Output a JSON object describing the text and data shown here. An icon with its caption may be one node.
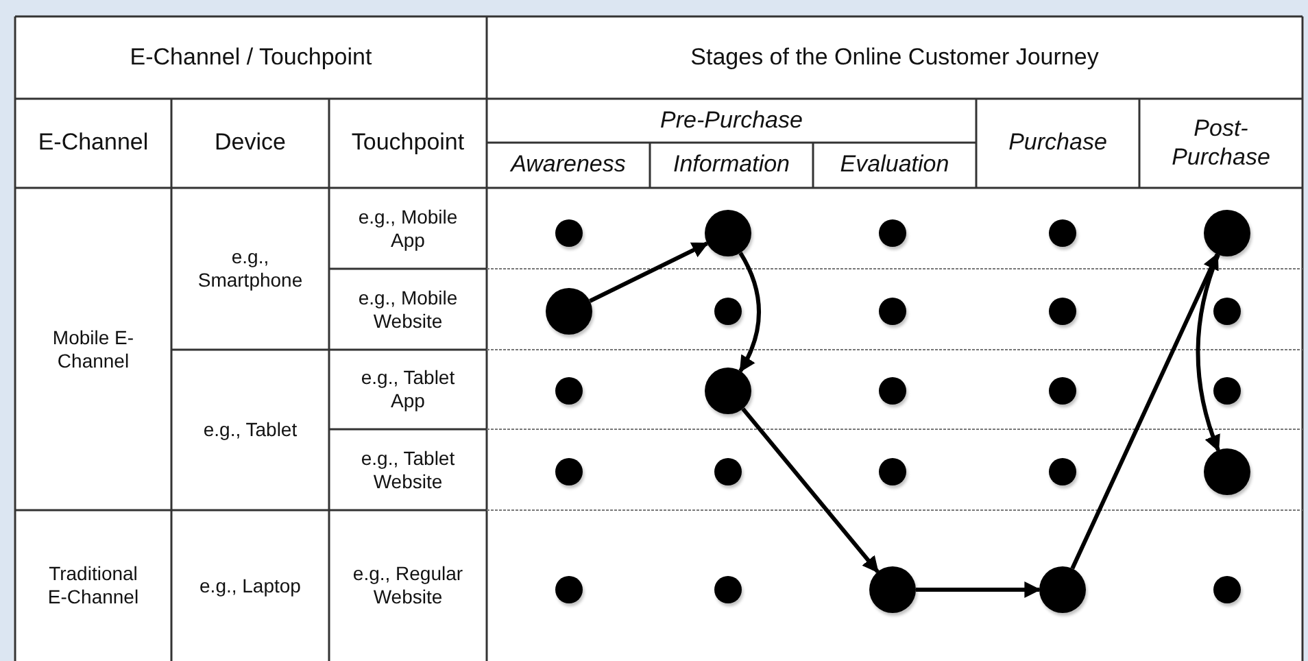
{
  "diagram": {
    "nodes": [
      {
        "text": [],
        "shape": "circle"
      },
      {
        "text": [],
        "shape": "circle"
      },
      {
        "text": [],
        "shape": "circle"
      },
      {
        "text": [],
        "shape": "circle"
      },
      {
        "text": [],
        "shape": "circle"
      },
      {
        "text": [],
        "shape": "circle"
      },
      {
        "text": [],
        "shape": "circle"
      },
      {
        "text": [],
        "shape": "circle"
      },
      {
        "text": [],
        "shape": "circle"
      },
      {
        "text": [],
        "shape": "circle"
      },
      {
        "text": [],
        "shape": "circle"
      },
      {
        "text": [],
        "shape": "circle"
      },
      {
        "text": [],
        "shape": "circle"
      },
      {
        "text": [],
        "shape": "circle"
      },
      {
        "text": [],
        "shape": "circle"
      },
      {
        "text": [],
        "shape": "circle"
      },
      {
        "text": [],
        "shape": "circle"
      },
      {
        "text": [],
        "shape": "circle"
      },
      {
        "text": [],
        "shape": "circle"
      },
      {
        "text": [],
        "shape": "circle"
      },
      {
        "text": [],
        "shape": "circle"
      },
      {
        "text": [],
        "shape": "circle"
      },
      {
        "text": [],
        "shape": "circle"
      },
      {
        "text": [],
        "shape": "circle"
      },
      {
        "text": [],
        "shape": "circle"
      }
    ],
    "edges": [
      {
        "from": 5,
        "to": 1,
        "arrow": "to"
      },
      {
        "from": 1,
        "to": 11,
        "arrow": "to"
      },
      {
        "from": 11,
        "to": 22,
        "arrow": "to"
      },
      {
        "from": 22,
        "to": 23,
        "arrow": "to"
      },
      {
        "from": 23,
        "to": 4,
        "arrow": "to"
      },
      {
        "from": 4,
        "to": 19,
        "arrow": "to"
      }
    ],
    "labels": [
      "E-Channel / Touchpoint",
      "Stages of the Online Customer Journey",
      "E-Channel",
      "Device",
      "Touchpoint",
      "Pre-Purchase",
      "Purchase",
      "Post-Purchase",
      "Awareness",
      "Information",
      "Evaluation",
      "Mobile E-Channel",
      "e.g., Smartphone",
      "e.g., Mobile App",
      "e.g., Mobile Website",
      "e.g., Tablet App",
      "e.g., Tablet",
      "e.g., Tablet Website",
      "Traditional E-Channel",
      "e.g., Laptop",
      "e.g., Regular Website"
    ]
  }
}
